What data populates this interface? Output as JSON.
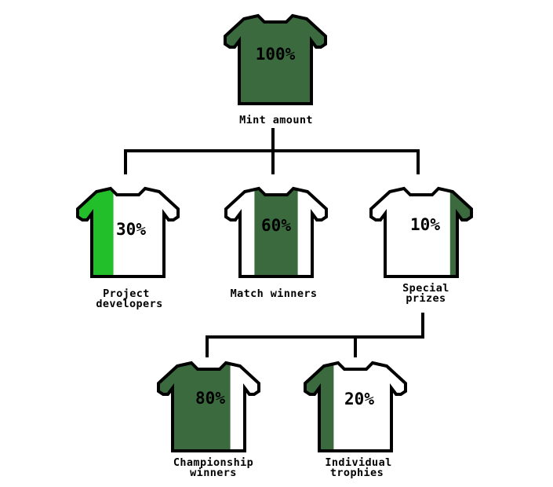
{
  "colors": {
    "dark_green": "#3b6a3f",
    "bright_green": "#23bf2a",
    "shirt_white": "#ffffff",
    "outline": "#000000"
  },
  "nodes": {
    "root": {
      "percent": "100%",
      "label": [
        "Mint amount"
      ],
      "fill_fraction": 1.0,
      "fill_side": "left",
      "fill_color": "dark_green"
    },
    "project": {
      "percent": "30%",
      "label": [
        "Project",
        "developers"
      ],
      "fill_fraction": 0.3,
      "fill_side": "left",
      "fill_color": "bright_green"
    },
    "match": {
      "percent": "60%",
      "label": [
        "Match winners"
      ],
      "fill_fraction": 0.6,
      "fill_side": "center",
      "fill_color": "dark_green"
    },
    "special": {
      "percent": "10%",
      "label": [
        "Special",
        "prizes"
      ],
      "fill_fraction": 0.1,
      "fill_side": "right",
      "fill_color": "dark_green"
    },
    "champion": {
      "percent": "80%",
      "label": [
        "Championship",
        "winners"
      ],
      "fill_fraction": 0.8,
      "fill_side": "left",
      "fill_color": "dark_green"
    },
    "individual": {
      "percent": "20%",
      "label": [
        "Individual",
        "trophies"
      ],
      "fill_fraction": 0.2,
      "fill_side": "left",
      "fill_color": "dark_green"
    }
  },
  "edges": [
    {
      "from": "root",
      "to": [
        "project",
        "match",
        "special"
      ]
    },
    {
      "from": "special",
      "to": [
        "champion",
        "individual"
      ]
    }
  ]
}
